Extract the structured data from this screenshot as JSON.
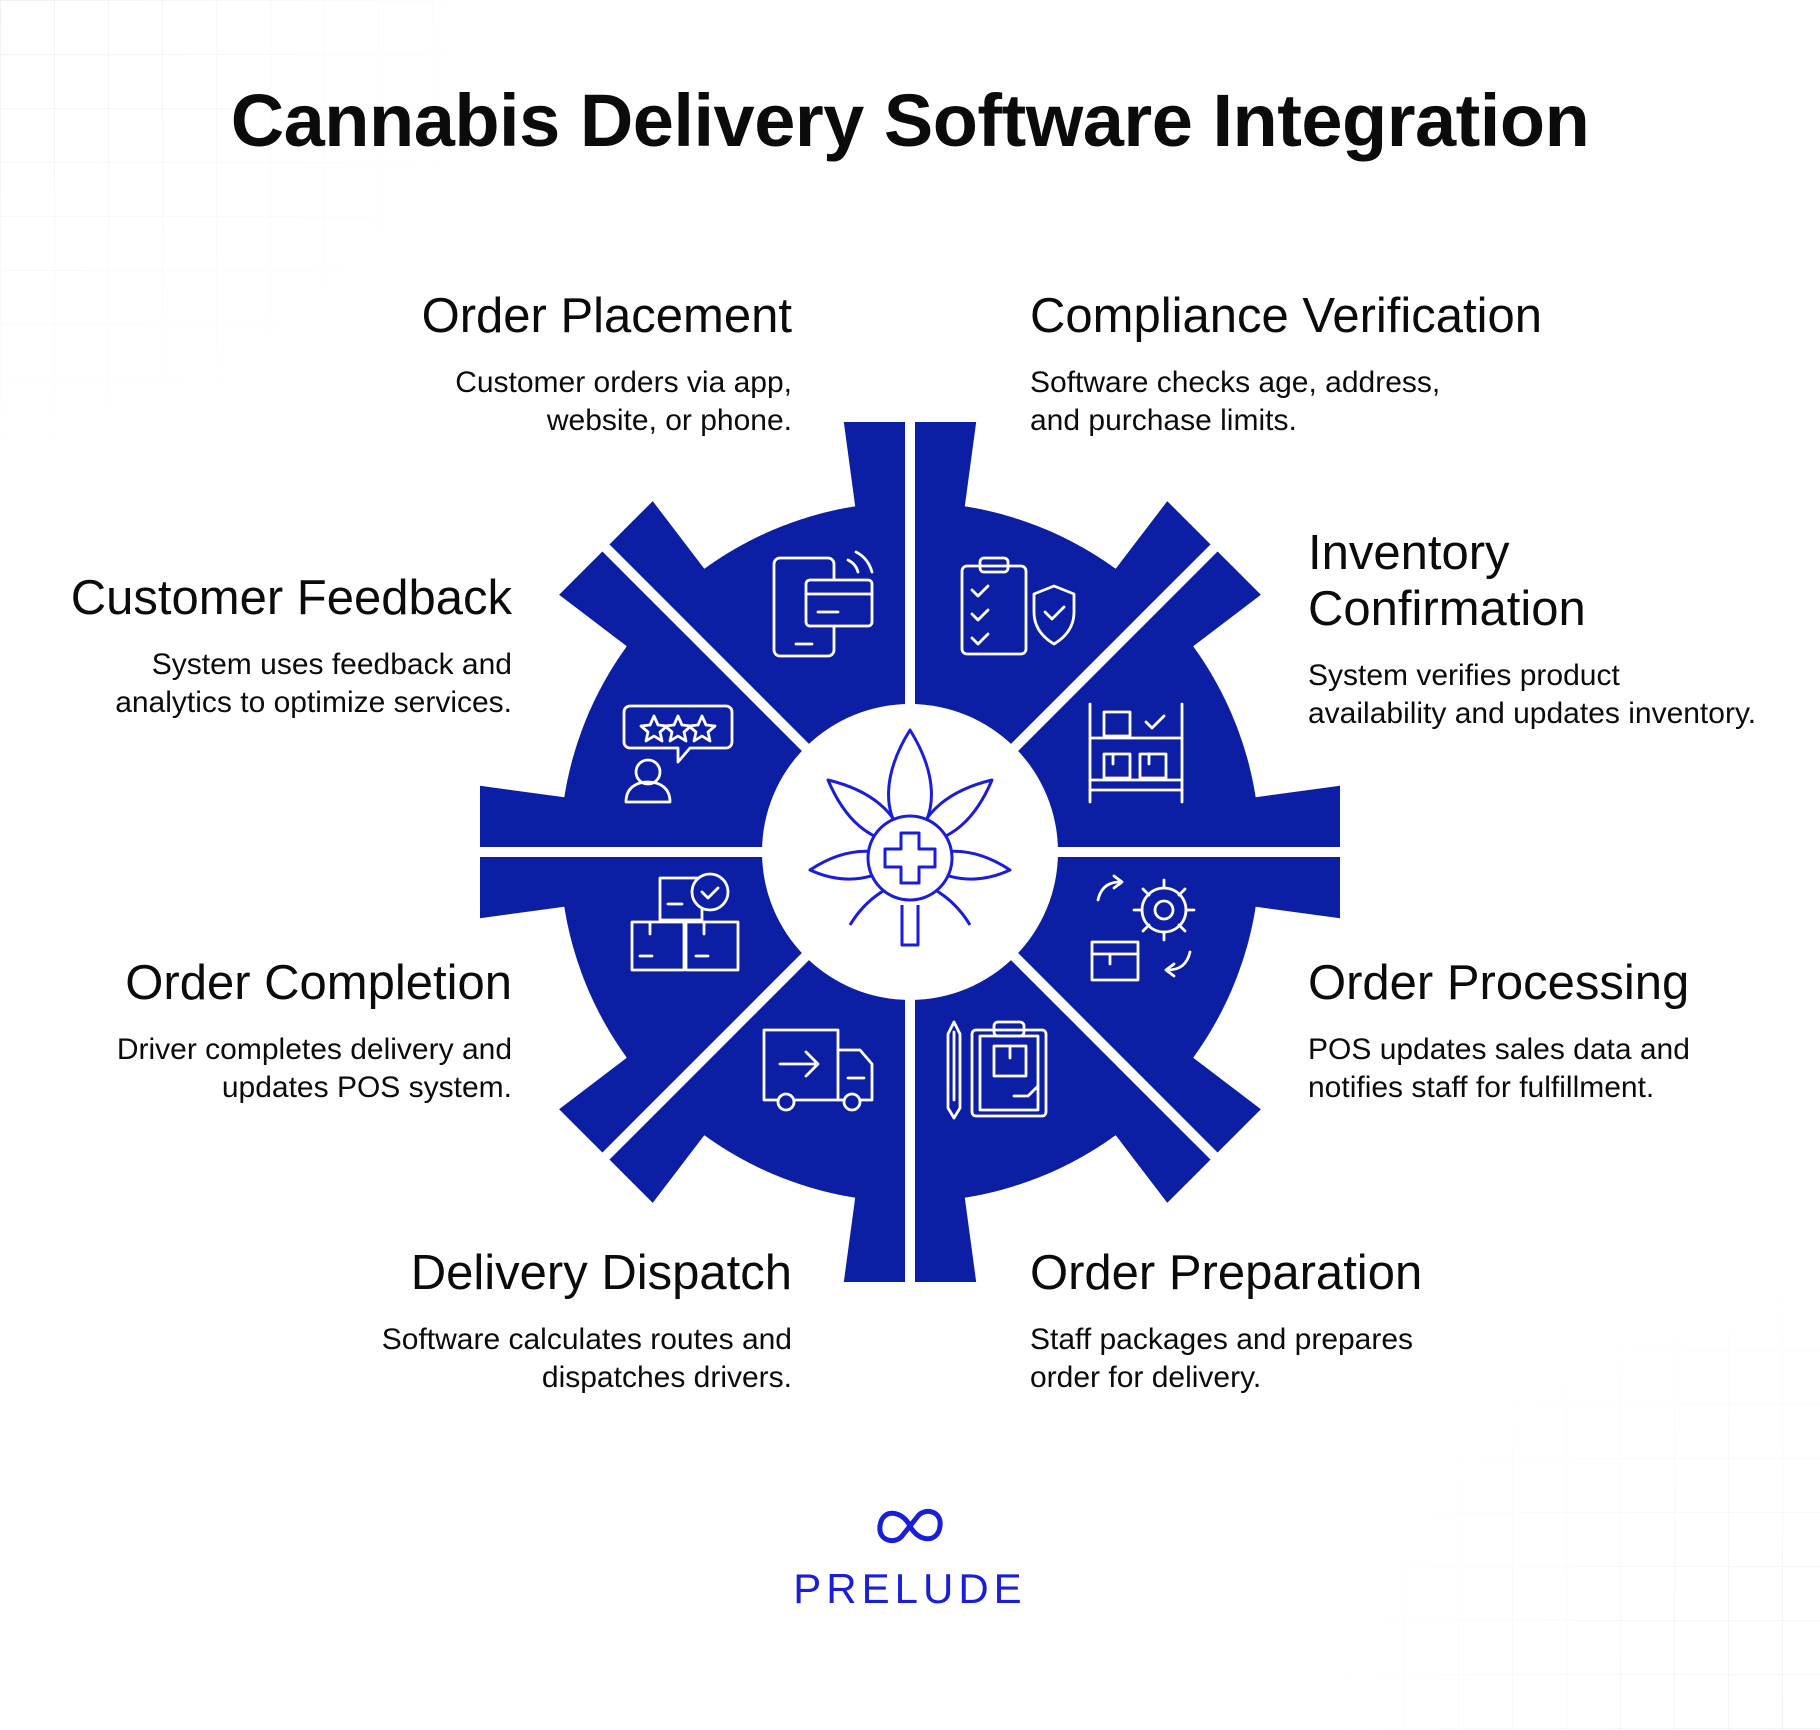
{
  "title": "Cannabis Delivery Software Integration",
  "steps": [
    {
      "key": "order_placement",
      "title": "Order Placement",
      "description_lines": [
        "Customer orders via app,",
        "website, or phone."
      ],
      "icon": "mobile-payment-icon"
    },
    {
      "key": "compliance_verification",
      "title": "Compliance Verification",
      "description_lines": [
        "Software checks age, address,",
        "and purchase limits."
      ],
      "icon": "clipboard-shield-icon"
    },
    {
      "key": "inventory_confirmation",
      "title_lines": [
        "Inventory",
        "Confirmation"
      ],
      "description_lines": [
        "System verifies product",
        "availability and updates inventory."
      ],
      "icon": "warehouse-shelf-icon"
    },
    {
      "key": "order_processing",
      "title": "Order Processing",
      "description_lines": [
        "POS updates sales data and",
        "notifies staff for fulfillment."
      ],
      "icon": "gear-box-arrows-icon"
    },
    {
      "key": "order_preparation",
      "title": "Order Preparation",
      "description_lines": [
        "Staff packages and prepares",
        "order for delivery."
      ],
      "icon": "clipboard-pen-icon"
    },
    {
      "key": "delivery_dispatch",
      "title": "Delivery Dispatch",
      "description_lines": [
        "Software calculates routes and",
        "dispatches drivers."
      ],
      "icon": "delivery-truck-icon"
    },
    {
      "key": "order_completion",
      "title": "Order Completion",
      "description_lines": [
        "Driver completes delivery and",
        "updates POS system."
      ],
      "icon": "boxes-check-icon"
    },
    {
      "key": "customer_feedback",
      "title": "Customer Feedback",
      "description_lines": [
        "System uses feedback and",
        "analytics to optimize services."
      ],
      "icon": "star-rating-user-icon"
    }
  ],
  "center_icon": "cannabis-leaf-cross-icon",
  "logo": {
    "text": "PRELUDE",
    "icon": "infinity-loop-logo-icon"
  },
  "colors": {
    "wheel": "#0c1fa4",
    "accent": "#1a1ed8",
    "text": "#0b0b0b",
    "background": "#ffffff"
  }
}
